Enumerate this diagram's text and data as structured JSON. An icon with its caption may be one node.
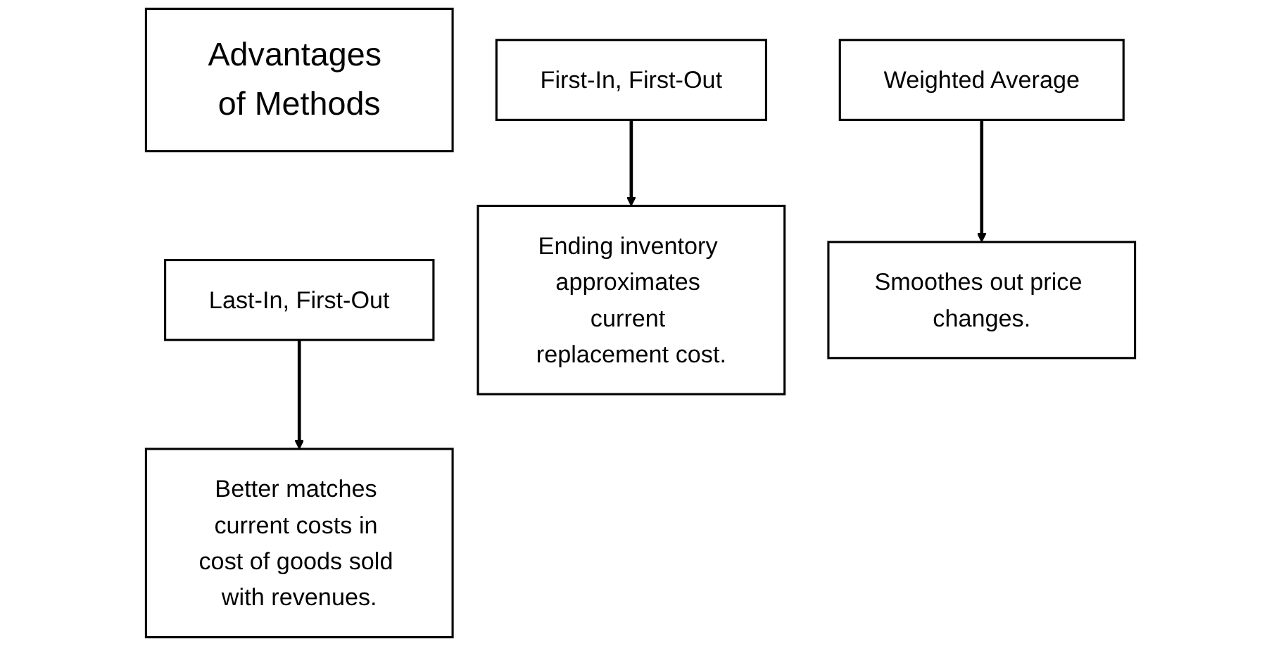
{
  "diagram": {
    "nodes": [
      {
        "text": [
          "Advantages of Methods"
        ]
      },
      {
        "text": [
          "First-In, First-Out"
        ]
      },
      {
        "text": [
          "Last-In, First-Out"
        ]
      },
      {
        "text": [
          "Weighted Average"
        ]
      },
      {
        "text": [
          "Ending inventory approximates current replacement cost."
        ]
      },
      {
        "text": [
          "Better matches current costs in cost of goods sold with revenues."
        ]
      },
      {
        "text": [
          "Smoothes out price changes."
        ]
      }
    ],
    "edges": [
      {
        "from": 1,
        "to": 4,
        "arrow": "to"
      },
      {
        "from": 2,
        "to": 5,
        "arrow": "to"
      },
      {
        "from": 3,
        "to": 6,
        "arrow": "to"
      }
    ]
  }
}
